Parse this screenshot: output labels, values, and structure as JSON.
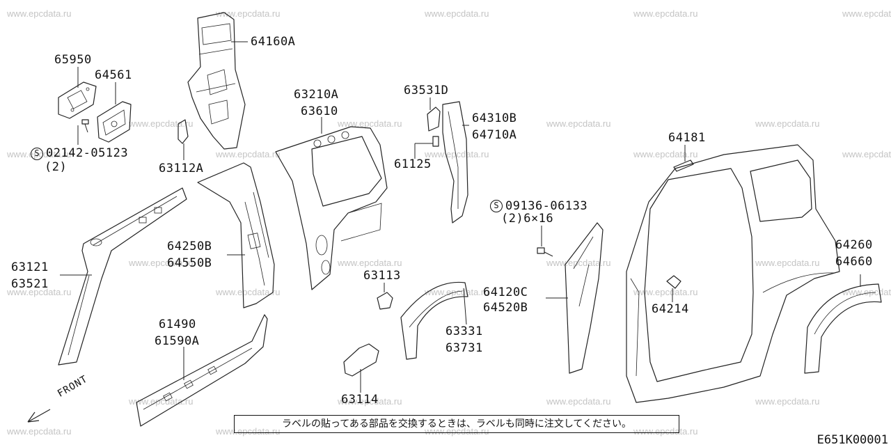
{
  "watermark": "www.epcdata.ru",
  "labels": {
    "l65950": "65950",
    "l64561": "64561",
    "l02142": "02142-05123",
    "l02142q": "(2)",
    "l64160a": "64160A",
    "l63112a": "63112A",
    "l63210a": "63210A",
    "l63610": "63610",
    "l63531d": "63531D",
    "l64310b": "64310B",
    "l64710a": "64710A",
    "l61125": "61125",
    "l64181": "64181",
    "l09136": "09136-06133",
    "l09136q": "(2)6×16",
    "l63121": "63121",
    "l63521": "63521",
    "l64250b": "64250B",
    "l64550b": "64550B",
    "l63113": "63113",
    "l64120c": "64120C",
    "l64520b": "64520B",
    "l64214": "64214",
    "l64260": "64260",
    "l64660": "64660",
    "l61490": "61490",
    "l61590a": "61590A",
    "l63331": "63331",
    "l63731": "63731",
    "l63114": "63114"
  },
  "s_mark": "S",
  "front_label": "FRONT",
  "notice": "ラベルの貼ってある部品を交換するときは、ラベルも同時に注文してください。",
  "diagram_code": "E651K00001"
}
